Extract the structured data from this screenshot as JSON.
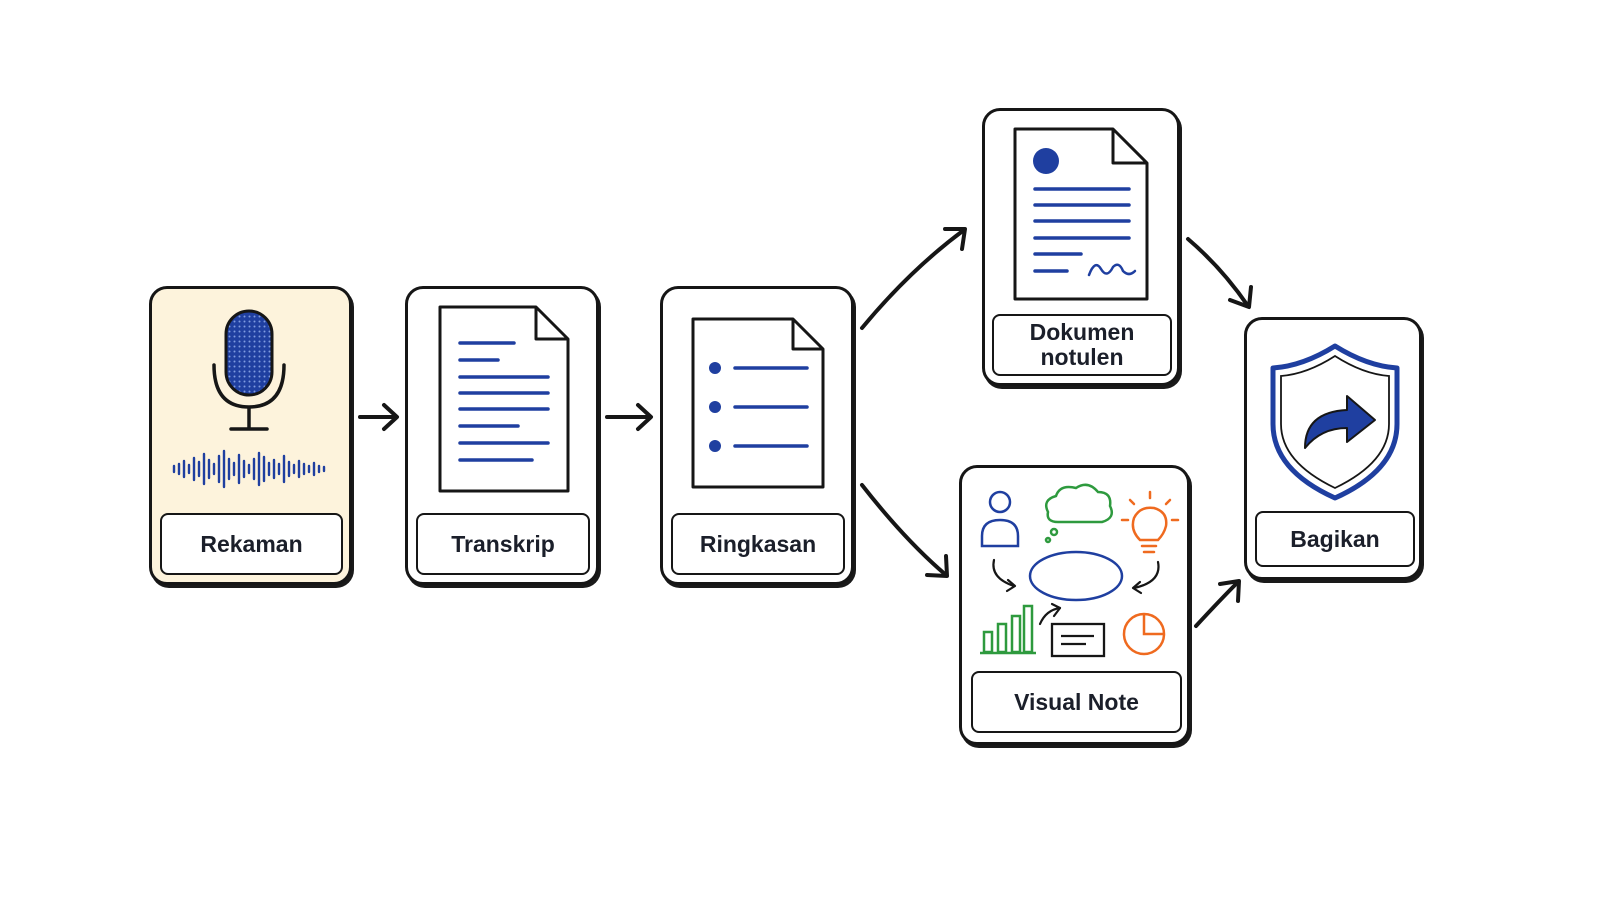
{
  "colors": {
    "outline": "#161616",
    "accent_blue": "#1f3fa0",
    "highlight_bg": "#fdf3dc",
    "green": "#2e9a3e",
    "orange": "#ef6a1f"
  },
  "nodes": [
    {
      "id": "rekaman",
      "label": "Rekaman",
      "icon": "microphone-waveform-icon",
      "highlighted": true
    },
    {
      "id": "transkrip",
      "label": "Transkrip",
      "icon": "document-lines-icon"
    },
    {
      "id": "ringkasan",
      "label": "Ringkasan",
      "icon": "bullet-list-document-icon"
    },
    {
      "id": "dokumen",
      "label": "Dokumen\nnotulen",
      "icon": "signed-document-icon"
    },
    {
      "id": "visual",
      "label": "Visual Note",
      "icon": "mind-map-icon"
    },
    {
      "id": "bagikan",
      "label": "Bagikan",
      "icon": "shield-share-icon"
    }
  ],
  "edges": [
    {
      "from": "rekaman",
      "to": "transkrip"
    },
    {
      "from": "transkrip",
      "to": "ringkasan"
    },
    {
      "from": "ringkasan",
      "to": "dokumen"
    },
    {
      "from": "ringkasan",
      "to": "visual"
    },
    {
      "from": "dokumen",
      "to": "bagikan"
    },
    {
      "from": "visual",
      "to": "bagikan"
    }
  ]
}
